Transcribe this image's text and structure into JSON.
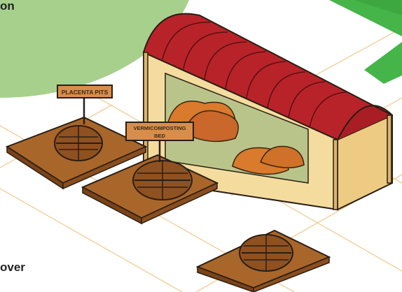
{
  "heading_fragment_top": "on",
  "heading_fragment_bottom": "over",
  "sign_placenta": "PLACENTA PITS",
  "sign_vermi_line1": "VERMICOMPOSTING",
  "sign_vermi_line2": "BED",
  "colors": {
    "green_blob": "#a8d08d",
    "green_stripe": "#46b549",
    "roof_red": "#b8232a",
    "wall_cream": "#f4dc9e",
    "soil_brown": "#a9662a",
    "compost_orange": "#d97a2c",
    "grid_line": "#f1cf9a"
  }
}
